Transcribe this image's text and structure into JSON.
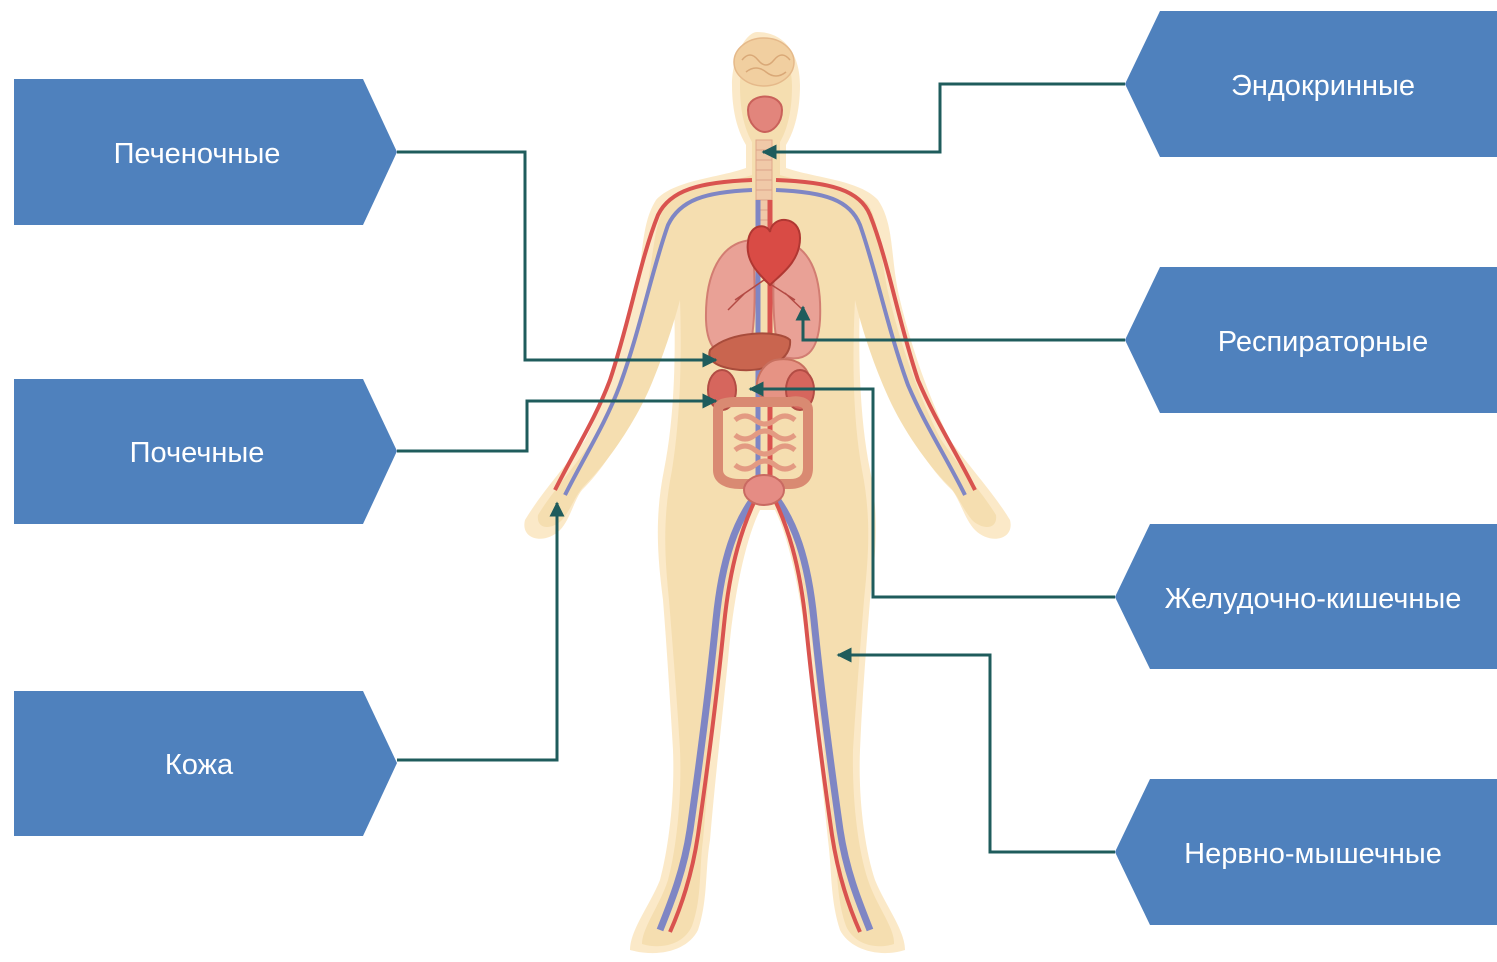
{
  "labels": {
    "hepatic": "Печеночные",
    "renal": "Почечные",
    "skin": "Кожа",
    "endocrine": "Эндокринные",
    "respiratory": "Респираторные",
    "gastro": "Желудочно-кишечные",
    "neuro": "Нервно-мышечные"
  },
  "colors": {
    "box": "#4f81bd",
    "connector": "#1f5c5c",
    "skin_fill": "#f5deb0",
    "skin_outline": "#fbe9c8",
    "artery": "#d9534f",
    "vein": "#7f86c4",
    "organ": "#e88a80"
  }
}
